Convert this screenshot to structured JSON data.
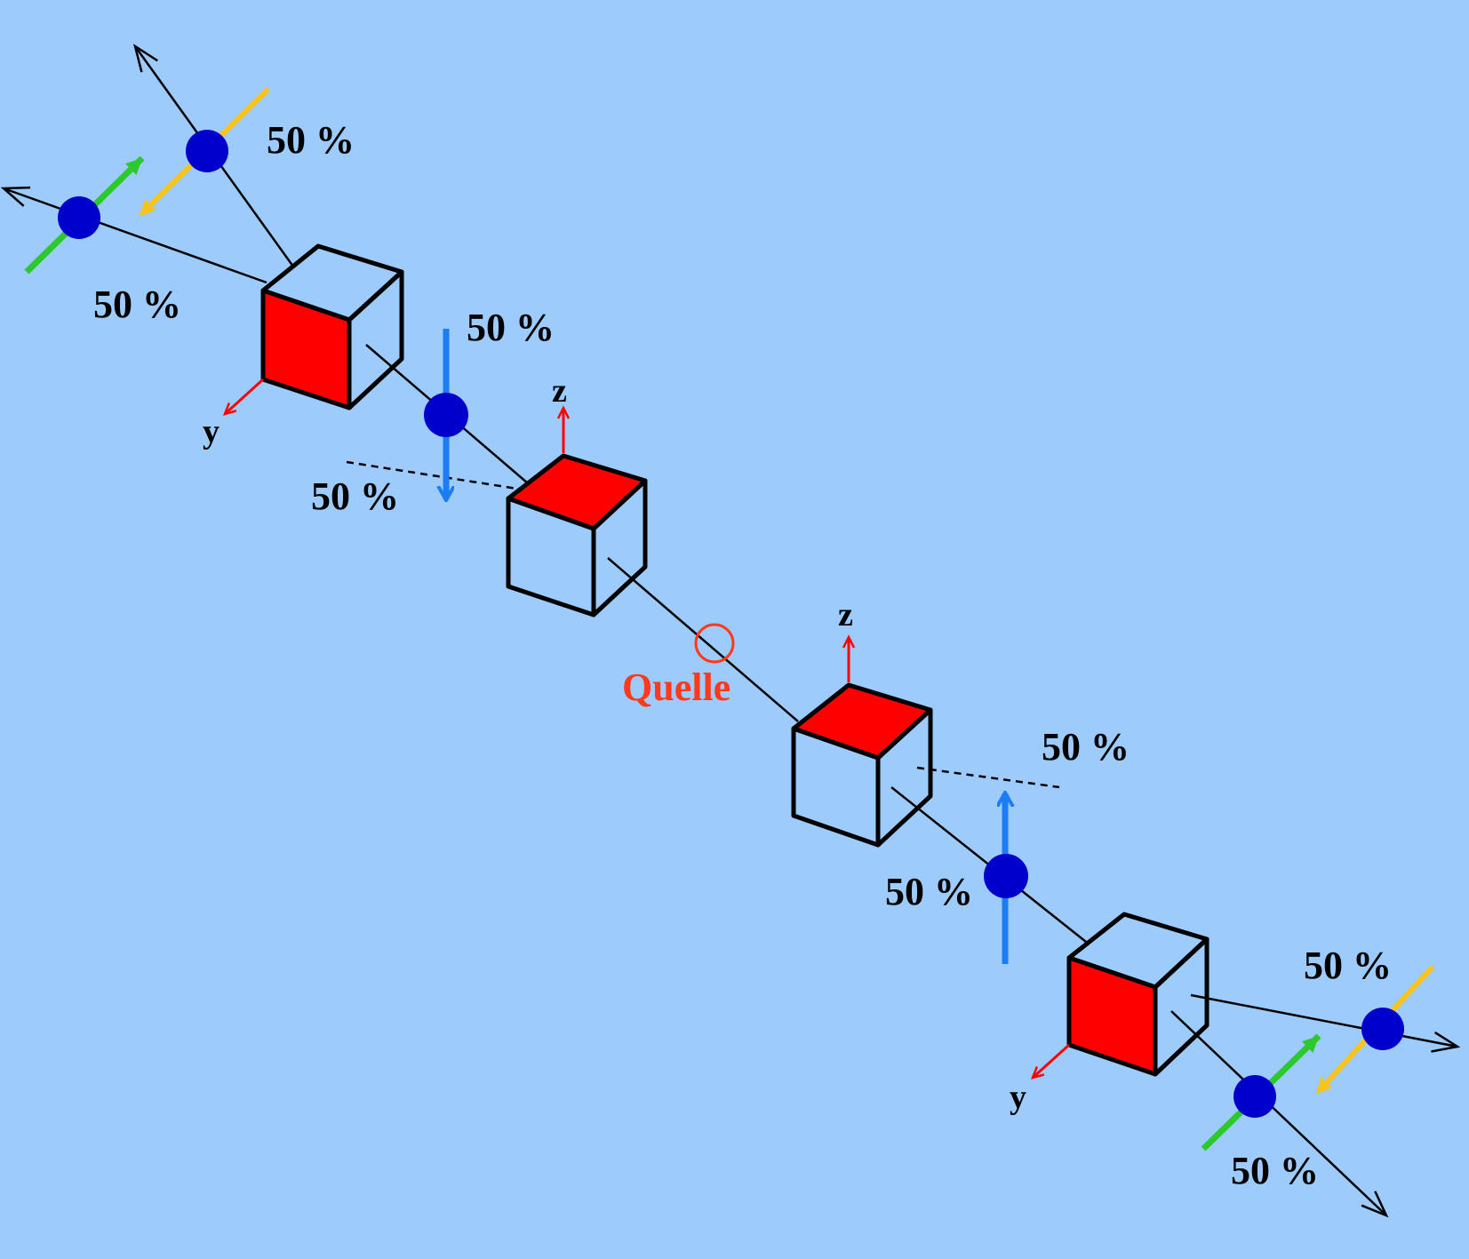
{
  "colors": {
    "background": "#9ccbfc",
    "cube_face": "#ff0000",
    "axis": "#ff0000",
    "photon": "#0000cc",
    "spin_vertical": "#1c7cf4",
    "spin_green": "#2cc82c",
    "spin_yellow": "#f8c41c",
    "source": "#ff3a1c"
  },
  "labels": {
    "p_ul_top": "50 %",
    "p_ul_left": "50 %",
    "p_blue_left_top": "50 %",
    "p_blue_left_bottom": "50 %",
    "p_blue_right_top": "50 %",
    "p_blue_right_bottom": "50 %",
    "p_lr_top": "50 %",
    "p_lr_bottom": "50 %",
    "axis_z_left": "z",
    "axis_z_right": "z",
    "axis_y_left": "y",
    "axis_y_right": "y",
    "source": "Quelle"
  },
  "icons": {
    "cube": "cube-icon",
    "photon": "circle-filled-icon",
    "source": "circle-outline-icon",
    "spin": "arrow-icon"
  }
}
